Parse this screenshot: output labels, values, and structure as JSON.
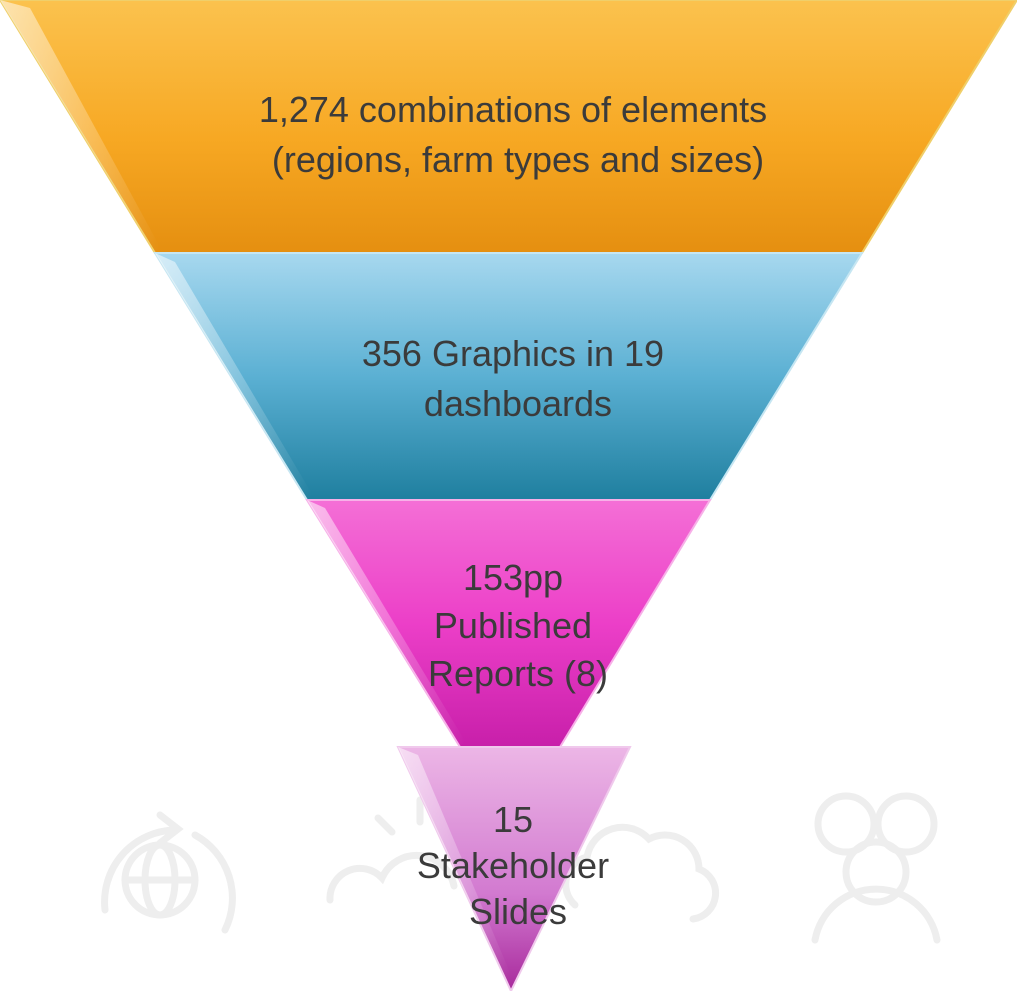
{
  "colors": {
    "tier1": "#f7a823",
    "tier2": "#3a9fc4",
    "tier3": "#ec3fc8",
    "tier4": "#d27ad0",
    "text": "#3b3b3b",
    "background_icons": "#eeeeee"
  },
  "funnel": {
    "tiers": [
      {
        "lines": [
          "1,274 combinations of elements",
          "(regions, farm types and sizes)"
        ]
      },
      {
        "lines": [
          "356 Graphics in 19",
          "dashboards"
        ]
      },
      {
        "lines": [
          "153pp",
          "Published",
          "Reports (8)"
        ]
      },
      {
        "lines": [
          "15",
          "Stakeholder",
          "Slides"
        ]
      }
    ]
  },
  "background_icons": [
    "globe-cycle-icon",
    "sun-cloud-icon",
    "cloud-icon",
    "people-group-icon"
  ]
}
